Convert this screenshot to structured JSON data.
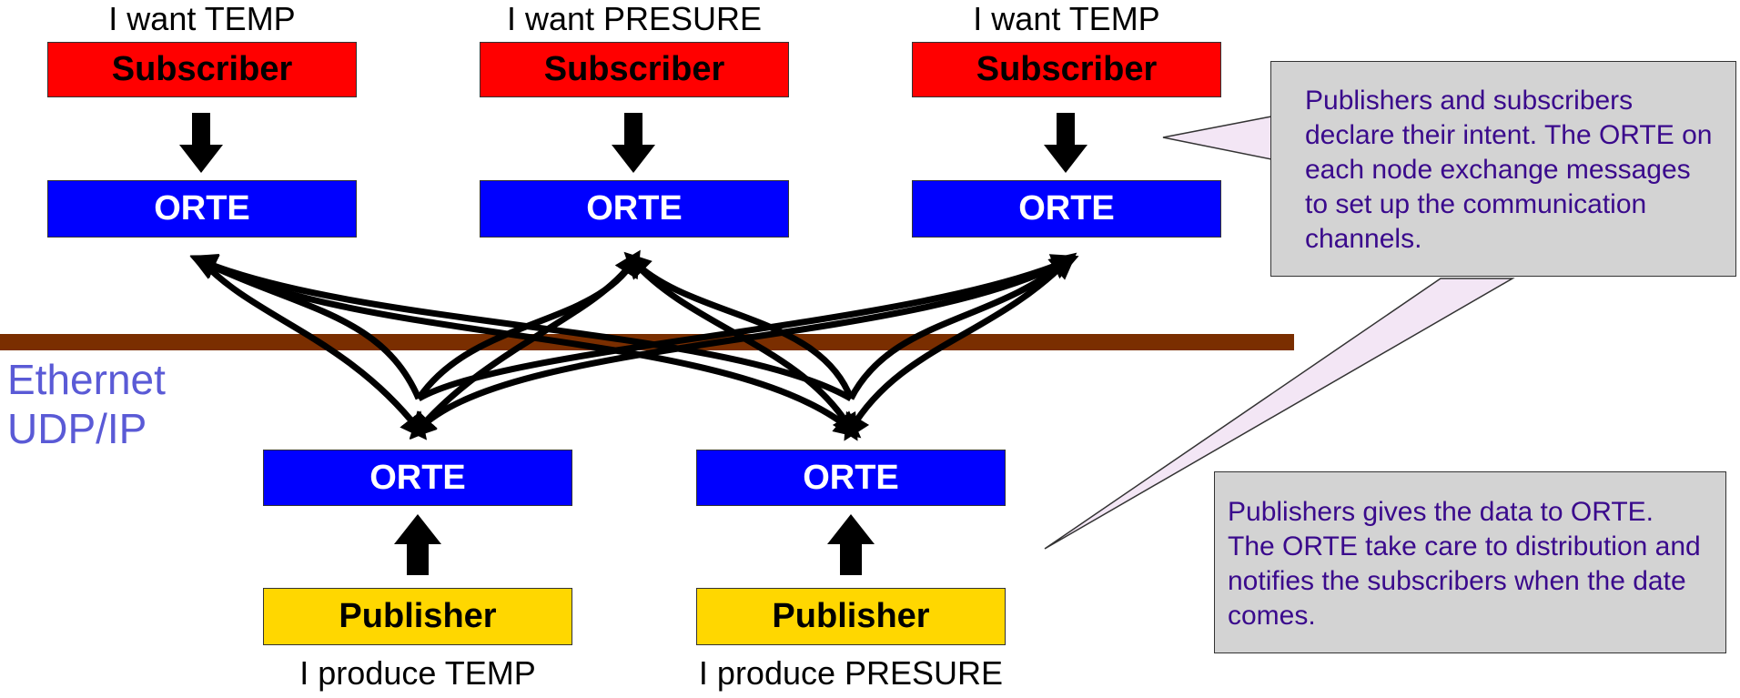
{
  "subscribers": [
    {
      "want": "I want TEMP",
      "label": "Subscriber",
      "orte": "ORTE"
    },
    {
      "want": "I want PRESURE",
      "label": "Subscriber",
      "orte": "ORTE"
    },
    {
      "want": "I want TEMP",
      "label": "Subscriber",
      "orte": "ORTE"
    }
  ],
  "publishers": [
    {
      "orte": "ORTE",
      "label": "Publisher",
      "produce": "I produce TEMP"
    },
    {
      "orte": "ORTE",
      "label": "Publisher",
      "produce": "I produce PRESURE"
    }
  ],
  "network": {
    "line1": "Ethernet",
    "line2": "UDP/IP"
  },
  "callouts": {
    "top": "Publishers and subscribers declare their intent. The ORTE on each node exchange messages to set up the communication channels.",
    "bottom": "Publishers gives the data to ORTE. The ORTE take care to distribution and notifies the subscribers when the date comes."
  },
  "colors": {
    "subscriber": "#ff0000",
    "orte": "#0000ff",
    "publisher": "#ffd700",
    "ethernet_bar": "#7a2e00",
    "callout_bg": "#d3d3d3",
    "callout_text": "#3a0a8c",
    "network_text": "#5a5ad6"
  }
}
